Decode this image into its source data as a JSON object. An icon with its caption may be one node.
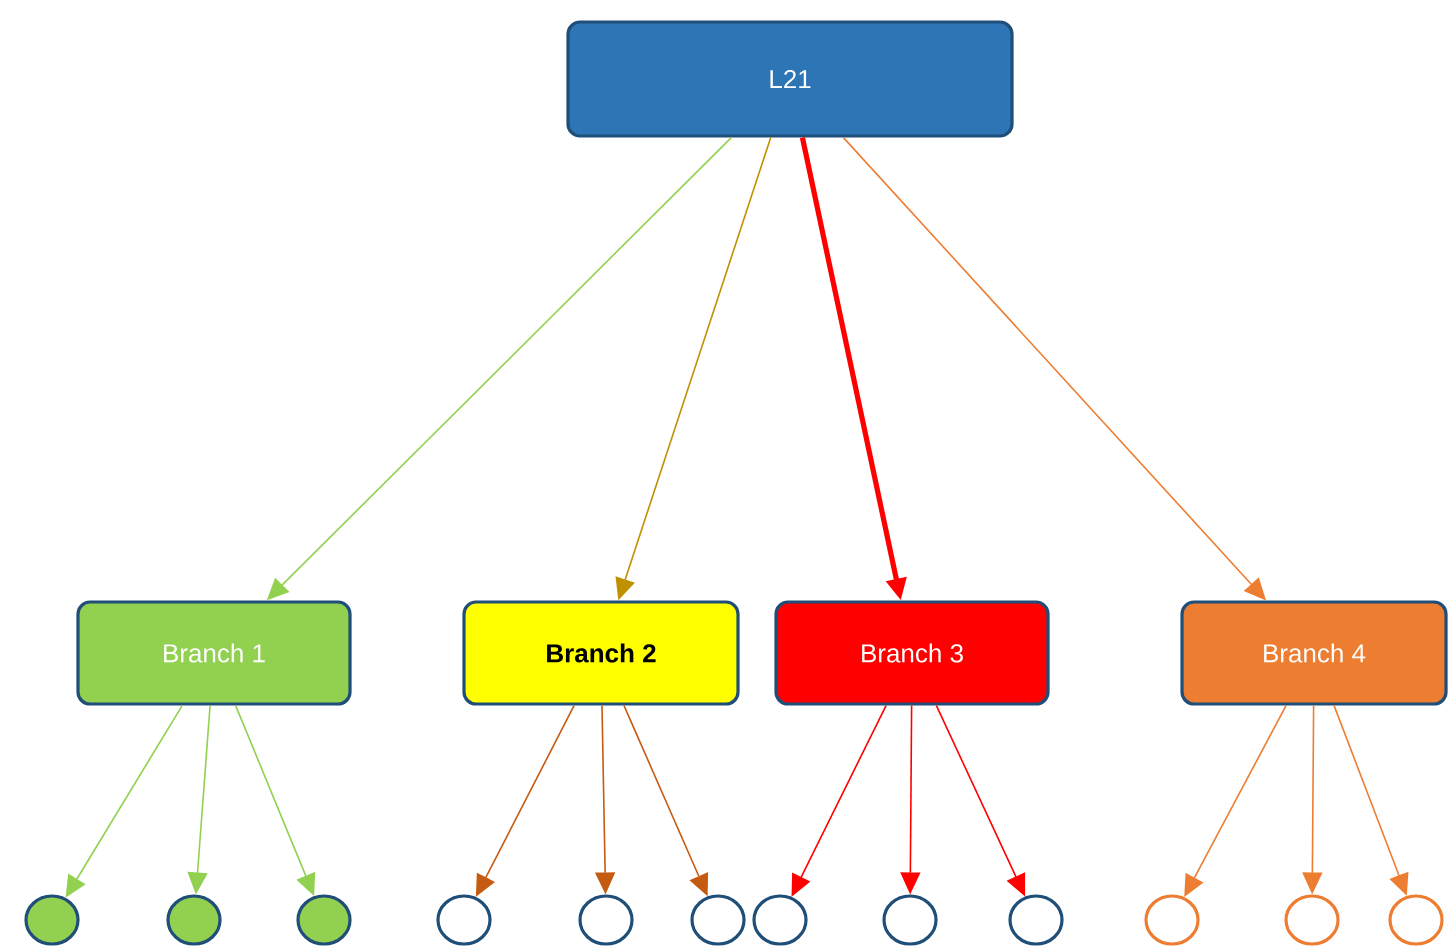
{
  "diagram": {
    "nodes": [
      {
        "text": [
          "L21"
        ]
      },
      {
        "text": [
          "Branch 1"
        ]
      },
      {
        "text": [
          "Branch 2"
        ]
      },
      {
        "text": [
          "Branch 3"
        ]
      },
      {
        "text": [
          "Branch 4"
        ]
      },
      {
        "text": [],
        "shape": "circle"
      },
      {
        "text": [],
        "shape": "circle"
      },
      {
        "text": [],
        "shape": "circle"
      },
      {
        "text": [],
        "shape": "circle"
      },
      {
        "text": [],
        "shape": "circle"
      },
      {
        "text": [],
        "shape": "circle"
      },
      {
        "text": [],
        "shape": "circle"
      },
      {
        "text": [],
        "shape": "circle"
      },
      {
        "text": [],
        "shape": "circle"
      },
      {
        "text": [],
        "shape": "circle"
      },
      {
        "text": [],
        "shape": "circle"
      },
      {
        "text": [],
        "shape": "circle"
      }
    ],
    "edges": [
      {
        "from": 0,
        "to": 1,
        "arrow": "to",
        "color": "#92d050"
      },
      {
        "from": 0,
        "to": 2,
        "arrow": "to",
        "color": "#bf9000"
      },
      {
        "from": 0,
        "to": 3,
        "arrow": "to",
        "color": "#ff0000",
        "style": "thick"
      },
      {
        "from": 0,
        "to": 4,
        "arrow": "to",
        "color": "#ed7d31"
      },
      {
        "from": 1,
        "to": 5,
        "arrow": "to",
        "color": "#92d050"
      },
      {
        "from": 1,
        "to": 6,
        "arrow": "to",
        "color": "#92d050"
      },
      {
        "from": 1,
        "to": 7,
        "arrow": "to",
        "color": "#92d050"
      },
      {
        "from": 2,
        "to": 8,
        "arrow": "to",
        "color": "#c55a11"
      },
      {
        "from": 2,
        "to": 9,
        "arrow": "to",
        "color": "#c55a11"
      },
      {
        "from": 2,
        "to": 10,
        "arrow": "to",
        "color": "#c55a11"
      },
      {
        "from": 3,
        "to": 11,
        "arrow": "to",
        "color": "#ff0000"
      },
      {
        "from": 3,
        "to": 12,
        "arrow": "to",
        "color": "#ff0000"
      },
      {
        "from": 3,
        "to": 13,
        "arrow": "to",
        "color": "#ff0000"
      },
      {
        "from": 4,
        "to": 14,
        "arrow": "to",
        "color": "#ed7d31"
      },
      {
        "from": 4,
        "to": 15,
        "arrow": "to",
        "color": "#ed7d31"
      },
      {
        "from": 4,
        "to": 16,
        "arrow": "to",
        "color": "#ed7d31"
      }
    ]
  }
}
